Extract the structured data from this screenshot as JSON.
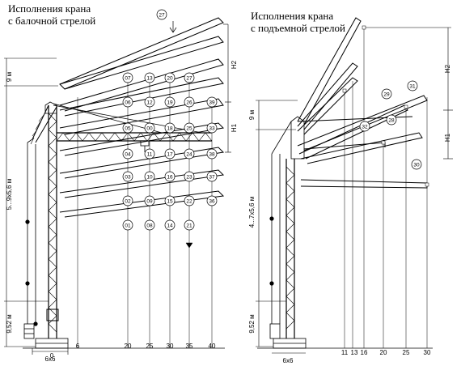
{
  "titles": {
    "left_line1": "Исполнения крана",
    "left_line2": "с балочной стрелой",
    "right_line1": "Исполнения крана",
    "right_line2": "с подъемной стрелой"
  },
  "left": {
    "dims": {
      "top": "9 м",
      "mast": "5...9х5,6 м",
      "bottom": "9,52 м",
      "base": "6х6",
      "h1": "H1",
      "h2": "H2"
    },
    "x_ticks": [
      "0",
      "6",
      "20",
      "25",
      "30",
      "35",
      "40"
    ],
    "markers": [
      [
        "01",
        "08",
        "14",
        "21"
      ],
      [
        "02",
        "09",
        "15",
        "22",
        "36"
      ],
      [
        "03",
        "10",
        "16",
        "23",
        "37"
      ],
      [
        "04",
        "11",
        "17",
        "24",
        "38"
      ],
      [
        "05",
        "00",
        "18",
        "25",
        "33"
      ],
      [
        "06",
        "12",
        "19",
        "26",
        "39"
      ],
      [
        "07",
        "13",
        "20",
        "27"
      ]
    ],
    "top_marker": "27"
  },
  "right": {
    "dims": {
      "top": "9 м",
      "mast": "4...7х5,6 м",
      "bottom": "9,52 м",
      "base": "6х6",
      "h1": "H1",
      "h2": "H2"
    },
    "x_ticks": [
      "11",
      "13",
      "16",
      "20",
      "25",
      "30"
    ],
    "markers": [
      "31",
      "29",
      "28",
      "32",
      "30"
    ]
  }
}
